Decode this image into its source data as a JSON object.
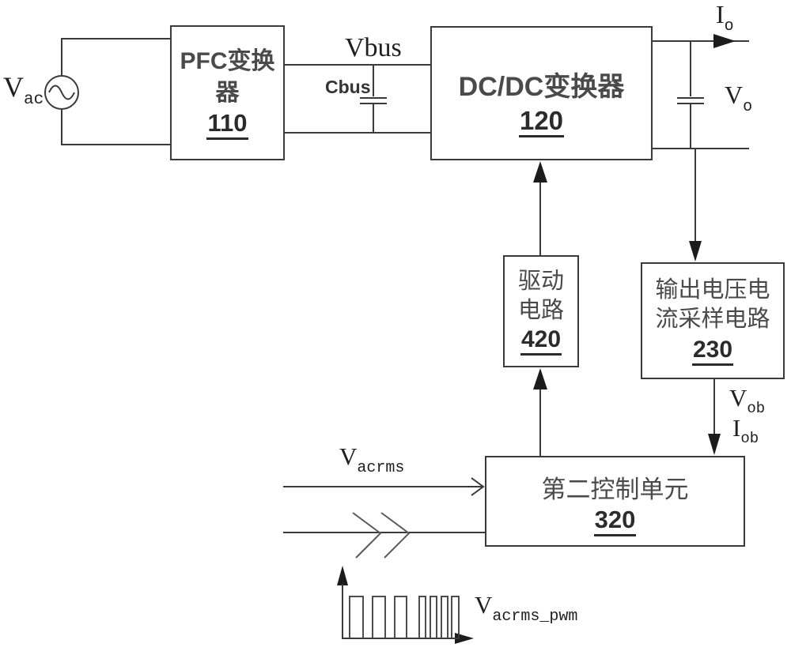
{
  "figure": {
    "background": "#ffffff",
    "line_color": "#3a3a3a",
    "text_color": "#1f1f1f",
    "labels": {
      "vac": {
        "base": "V",
        "sub": "ac"
      },
      "vbus": "Vbus",
      "cbus": "Cbus",
      "io": {
        "base": "I",
        "sub": "o"
      },
      "vo": {
        "base": "V",
        "sub": "o"
      },
      "vob": {
        "base": "V",
        "sub": "ob"
      },
      "iob": {
        "base": "I",
        "sub": "ob"
      },
      "vacrms": {
        "base": "V",
        "sub": "acrms"
      },
      "vacrms_pwm": {
        "base": "V",
        "sub": "acrms_pwm"
      }
    },
    "blocks": {
      "pfc": {
        "title": "PFC变换器",
        "ref": "110"
      },
      "dcdc": {
        "title": "DC/DC变换器",
        "ref": "120"
      },
      "drive": {
        "title": "驱动电路",
        "ref": "420"
      },
      "sample": {
        "title": "输出电压电流采样电路",
        "ref": "230"
      },
      "control": {
        "title": "第二控制单元",
        "ref": "320"
      }
    },
    "icons": {
      "ac_source": "ac-source-symbol",
      "capacitor_bus": "bus-capacitor-symbol",
      "capacitor_out": "output-capacitor-symbol",
      "line_break": "double-chevron-break-symbol",
      "pwm_wave": "pwm-waveform-symbol"
    }
  }
}
